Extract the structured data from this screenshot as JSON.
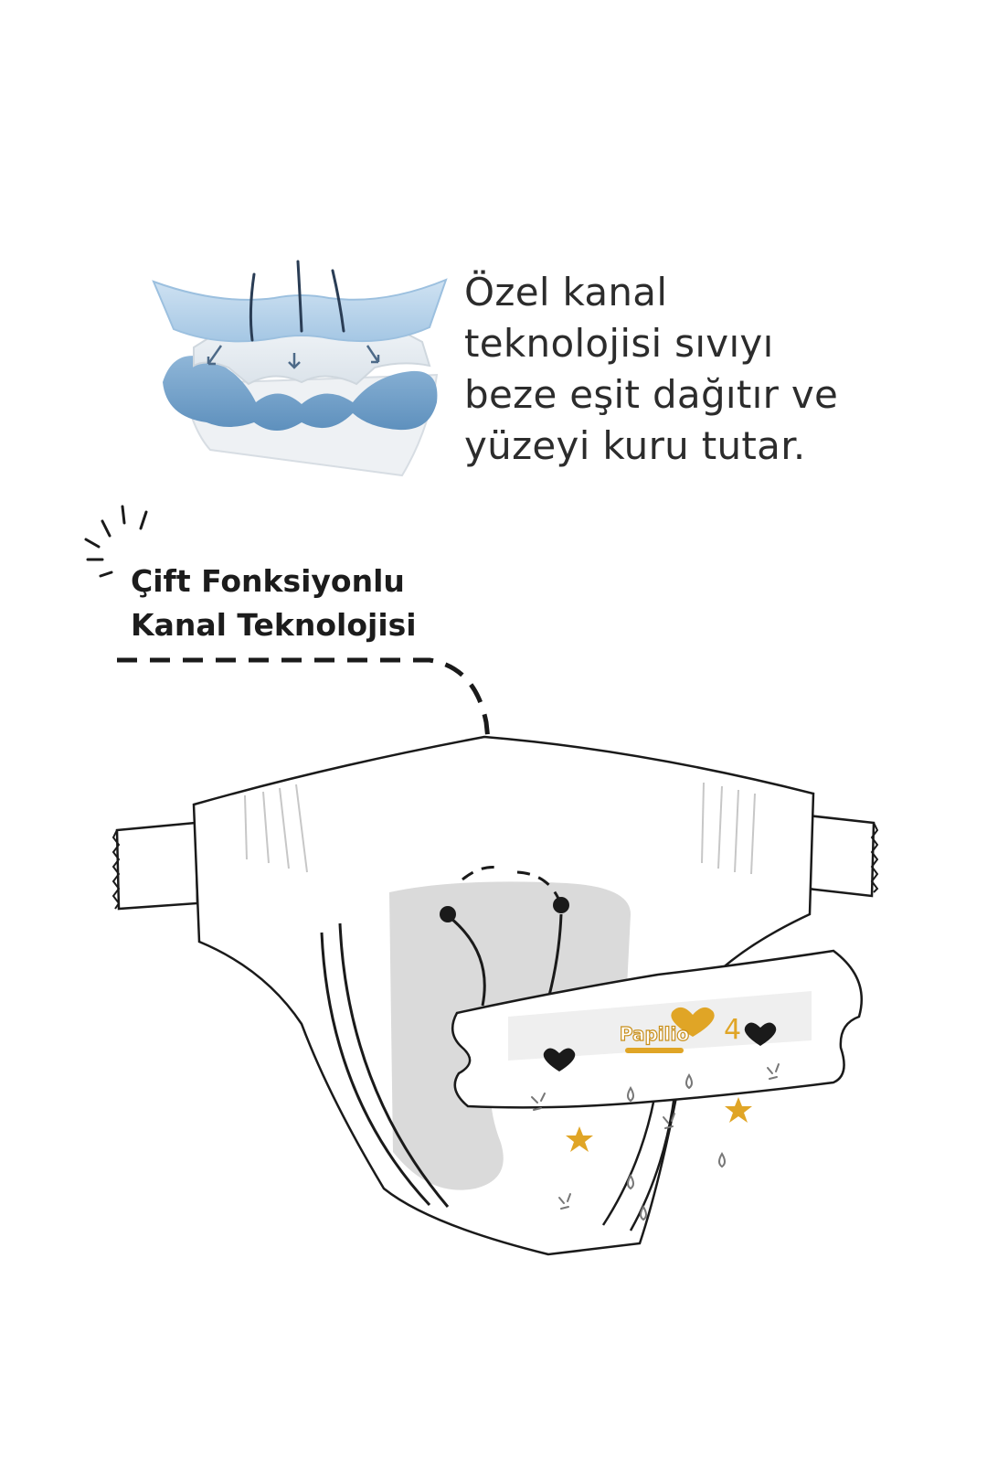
{
  "description": {
    "lines": [
      "Özel kanal",
      "teknolojisi sıvıyı",
      "beze eşit dağıtır ve",
      "yüzeyi kuru tutar."
    ]
  },
  "callout": {
    "lines": [
      "Çift Fonksiyonlu",
      "Kanal Teknolojisi"
    ]
  },
  "diaper": {
    "brand": "Papilio",
    "size": "4"
  },
  "colors": {
    "layer_blue": "#a9c9e4",
    "core_blue": "#6e9ec7",
    "outline": "#1a1a1a",
    "channel_gray": "#dadada",
    "accent_gold": "#e0a526"
  }
}
